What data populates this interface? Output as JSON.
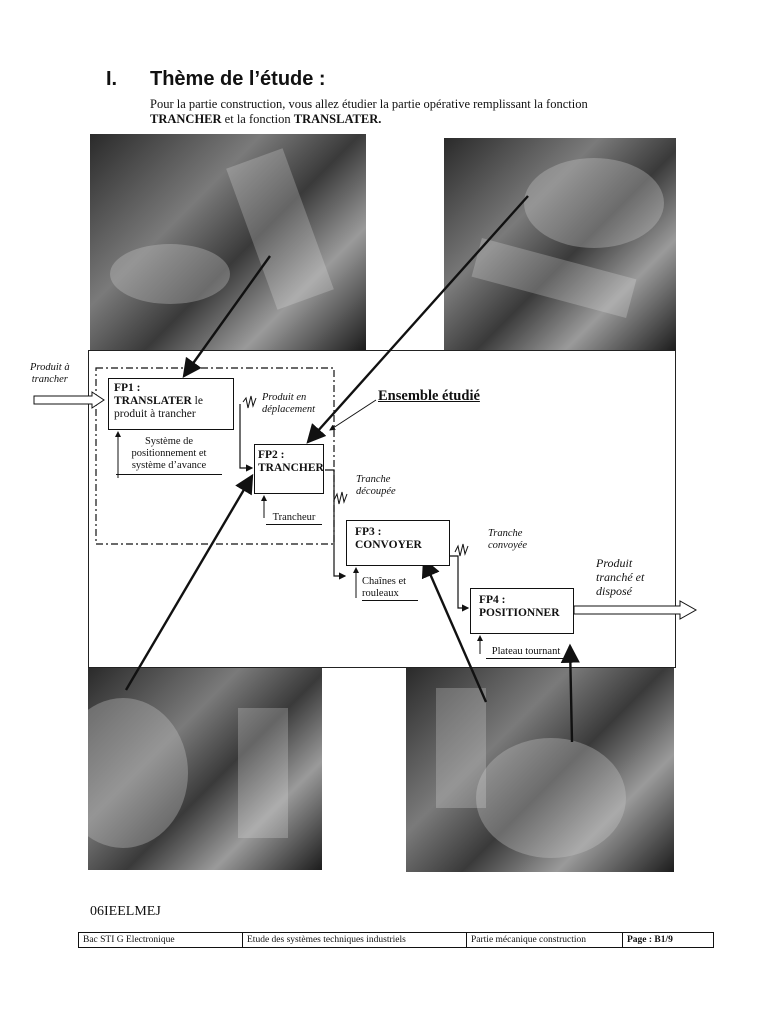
{
  "heading": {
    "number": "I.",
    "title": "Thème de l’étude :"
  },
  "intro": {
    "line1": "Pour la partie construction, vous allez étudier la partie opérative remplissant la fonction",
    "strong1": "TRANCHER",
    "mid": " et la fonction ",
    "strong2": "TRANSLATER."
  },
  "input_label": {
    "line1": "Produit à",
    "line2": "trancher"
  },
  "ensemble": "Ensemble étudié",
  "fp1": {
    "code": "FP1 :",
    "title": "TRANSLATER",
    "suffix": " le",
    "line3": "produit à trancher",
    "support": [
      "Système de",
      "positionnement et",
      "système d’avance"
    ],
    "out_label": [
      "Produit en",
      "déplacement"
    ]
  },
  "fp2": {
    "code": "FP2 :",
    "title": "TRANCHER",
    "support": "Trancheur",
    "out_label": [
      "Tranche",
      "découpée"
    ]
  },
  "fp3": {
    "code": "FP3 :",
    "title": "CONVOYER",
    "support": [
      "Chaînes et",
      "rouleaux"
    ],
    "out_label": [
      "Tranche",
      "convoyée"
    ]
  },
  "fp4": {
    "code": "FP4 :",
    "title": "POSITIONNER",
    "support": "Plateau tournant"
  },
  "output_label": [
    "Produit",
    "tranché et",
    "disposé"
  ],
  "footer": {
    "code": "06IEELMEJ",
    "cells": [
      "Bac STI G Electronique",
      "Etude des systèmes techniques industriels",
      "Partie mécanique construction",
      "Page : B1/9"
    ]
  },
  "colors": {
    "ink": "#111111",
    "photo_dark": "#2a2a2a",
    "photo_light": "#9a9a9a"
  }
}
